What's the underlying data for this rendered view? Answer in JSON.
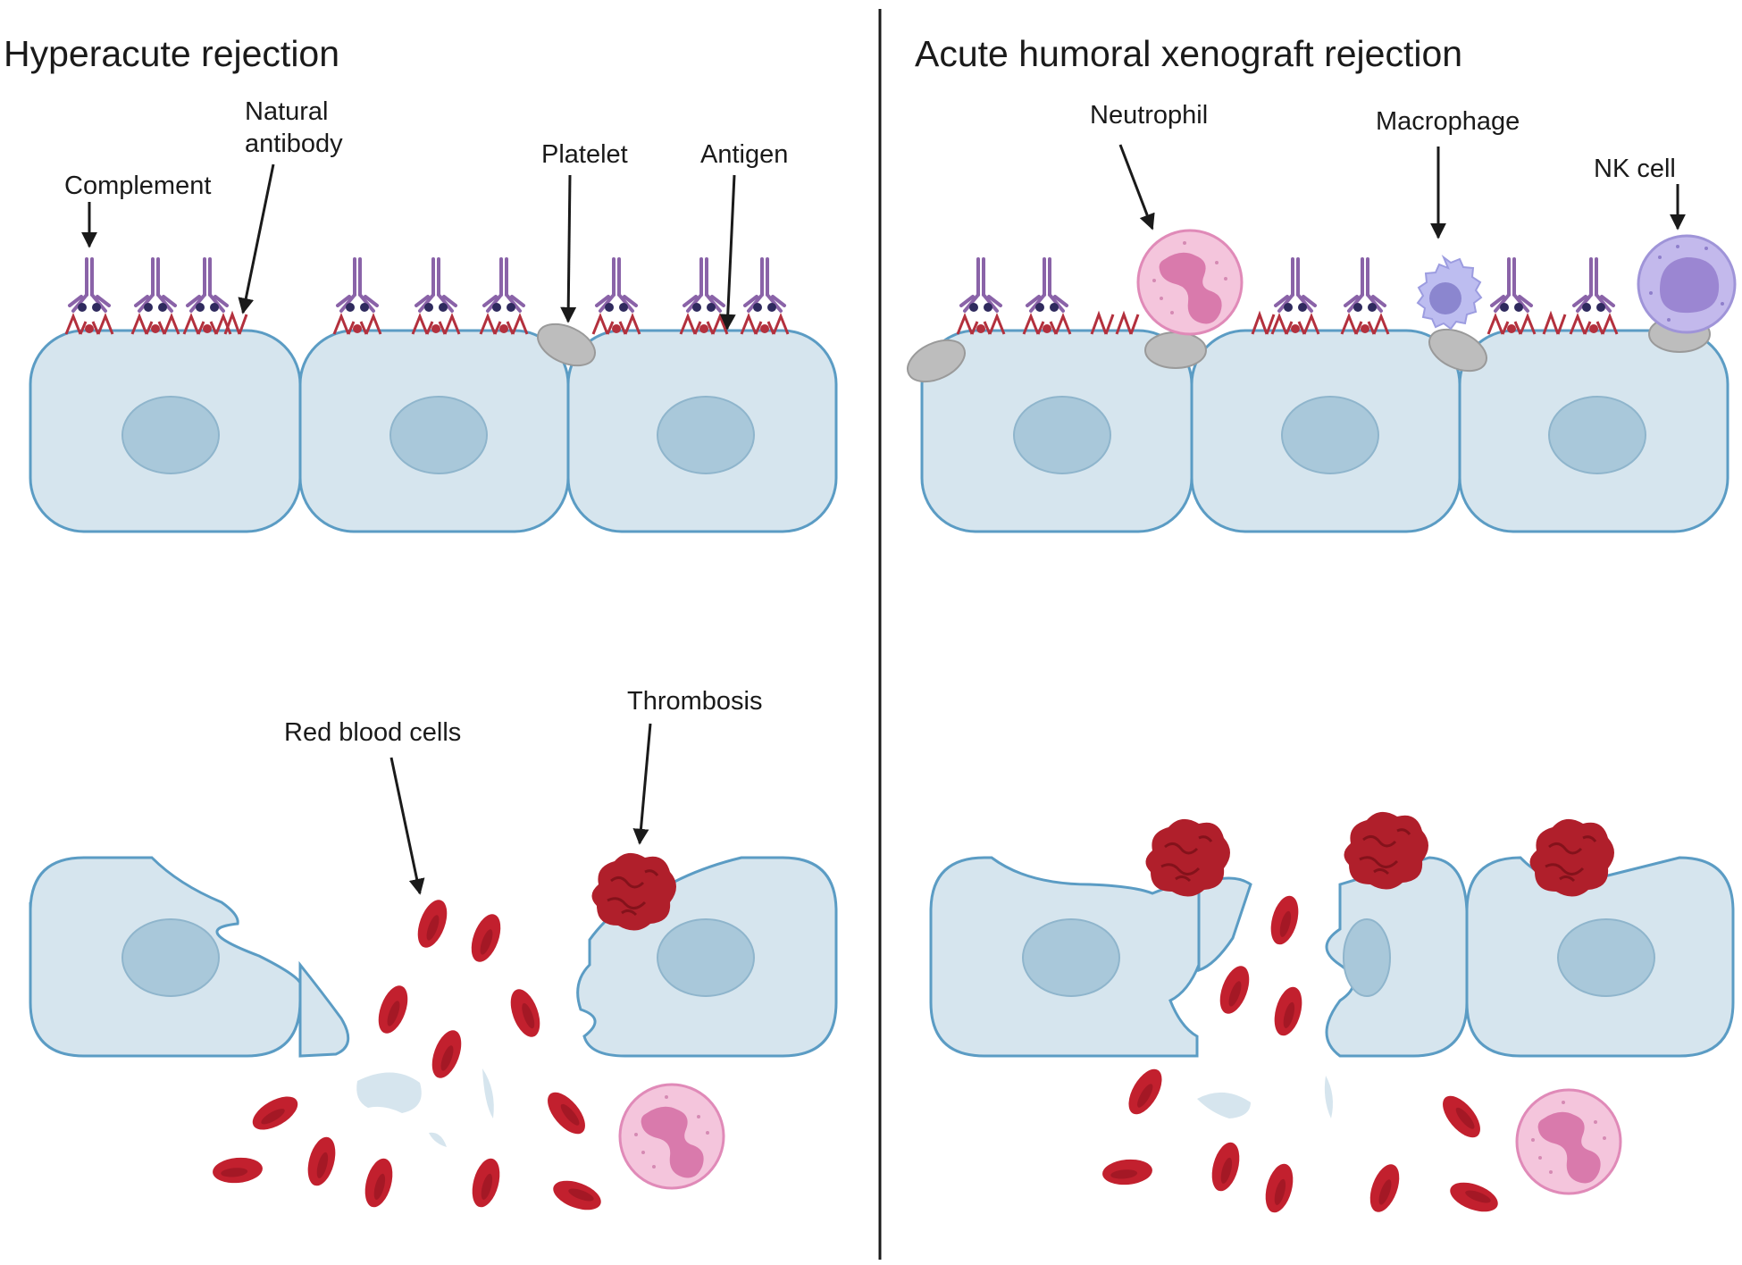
{
  "panels": {
    "left": {
      "title": "Hyperacute rejection",
      "labels": {
        "complement": "Complement",
        "natural_antibody_line1": "Natural",
        "natural_antibody_line2": "antibody",
        "platelet": "Platelet",
        "antigen": "Antigen",
        "red_blood_cells": "Red blood cells",
        "thrombosis": "Thrombosis"
      }
    },
    "right": {
      "title": "Acute humoral xenograft rejection",
      "labels": {
        "neutrophil": "Neutrophil",
        "macrophage": "Macrophage",
        "nk_cell": "NK cell"
      }
    }
  },
  "colors": {
    "cell_fill": "#d6e5ee",
    "cell_stroke": "#5b9cc4",
    "nucleus_fill": "#a9c8da",
    "antibody": "#8a63a8",
    "antigen": "#b3303d",
    "platelet": "#b5b5b5",
    "rbc": "#c2202e",
    "thrombus": "#b01f2b",
    "neutrophil": "#f1b3d3",
    "macrophage": "#b8b7ec",
    "nk_cell": "#c3b9ec"
  }
}
